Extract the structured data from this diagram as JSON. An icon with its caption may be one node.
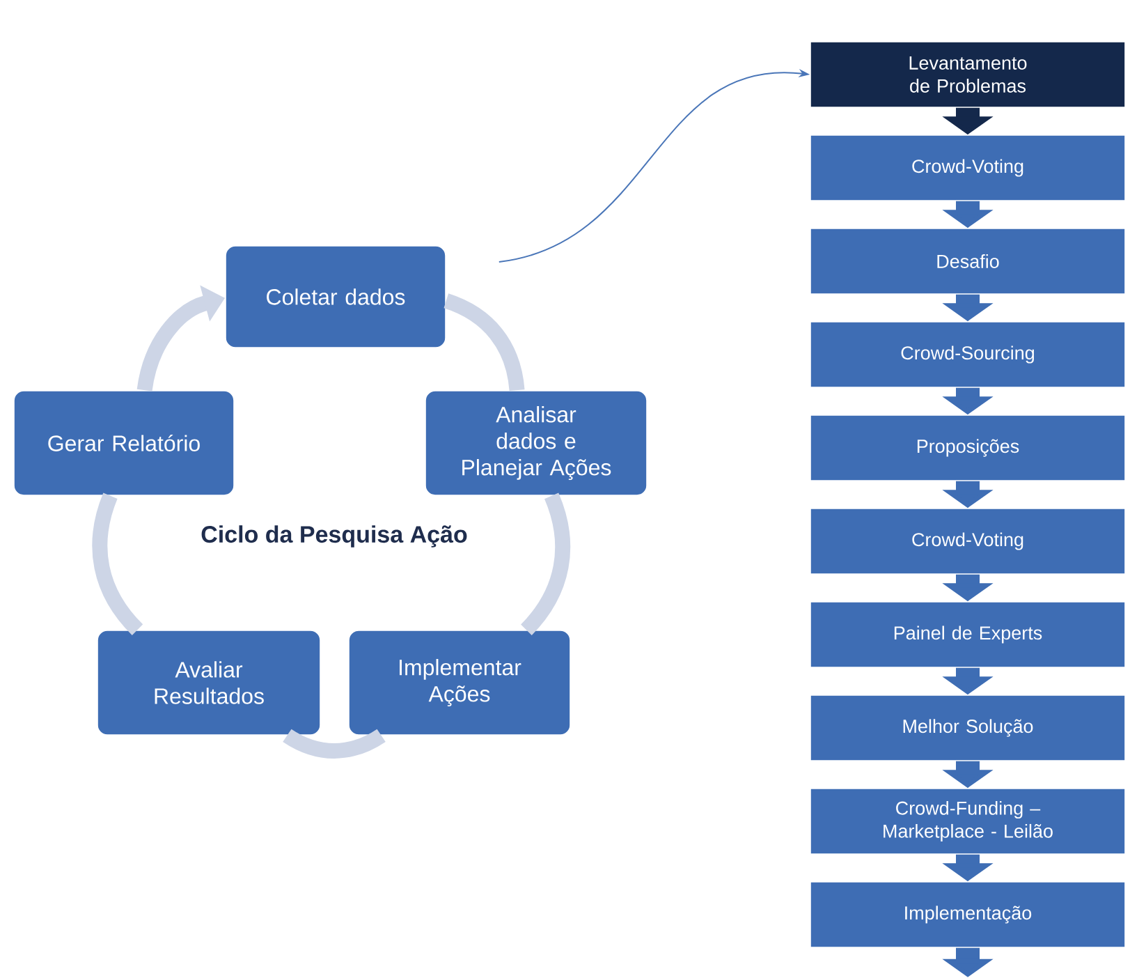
{
  "diagram": {
    "nodes": [
      {
        "text": [
          "Coletar dados"
        ]
      },
      {
        "text": [
          "Analisar dados e Planejar Ações"
        ]
      },
      {
        "text": [
          "Implementar Ações"
        ]
      },
      {
        "text": [
          "Avaliar Resultados"
        ]
      },
      {
        "text": [
          "Gerar Relatório"
        ]
      },
      {
        "text": [
          "Levantamento de Problemas"
        ]
      },
      {
        "text": [
          "Crowd-Voting"
        ]
      },
      {
        "text": [
          "Desafio"
        ]
      },
      {
        "text": [
          "Crowd-Sourcing"
        ]
      },
      {
        "text": [
          "Proposições"
        ]
      },
      {
        "text": [
          "Crowd-Voting"
        ]
      },
      {
        "text": [
          "Painel de Experts"
        ]
      },
      {
        "text": [
          "Melhor Solução"
        ]
      },
      {
        "text": [
          "Crowd-Funding – Marketplace - Leilão"
        ]
      },
      {
        "text": [
          "Implementação"
        ]
      }
    ],
    "edges": [
      {
        "from": 0,
        "to": 1,
        "arrow": "none",
        "color": "#cdd5e6"
      },
      {
        "from": 1,
        "to": 2,
        "arrow": "none",
        "color": "#cdd5e6"
      },
      {
        "from": 2,
        "to": 3,
        "arrow": "none",
        "color": "#cdd5e6"
      },
      {
        "from": 3,
        "to": 4,
        "arrow": "none",
        "color": "#cdd5e6"
      },
      {
        "from": 4,
        "to": 0,
        "arrow": "to",
        "color": "#cdd5e6"
      },
      {
        "from": 0,
        "to": 5,
        "arrow": "to",
        "color": "#4a76b8"
      },
      {
        "from": 5,
        "to": 6,
        "arrow": "to",
        "color": "#14284b"
      },
      {
        "from": 6,
        "to": 7,
        "arrow": "to"
      },
      {
        "from": 7,
        "to": 8,
        "arrow": "to"
      },
      {
        "from": 8,
        "to": 9,
        "arrow": "to"
      },
      {
        "from": 9,
        "to": 10,
        "arrow": "to"
      },
      {
        "from": 10,
        "to": 11,
        "arrow": "to"
      },
      {
        "from": 11,
        "to": 12,
        "arrow": "to"
      },
      {
        "from": 12,
        "to": 13,
        "arrow": "to"
      },
      {
        "from": 13,
        "to": 14,
        "arrow": "to"
      },
      {
        "from": 14,
        "to": null,
        "arrow": "to"
      }
    ],
    "labels": [
      "Ciclo da Pesquisa Ação"
    ]
  }
}
